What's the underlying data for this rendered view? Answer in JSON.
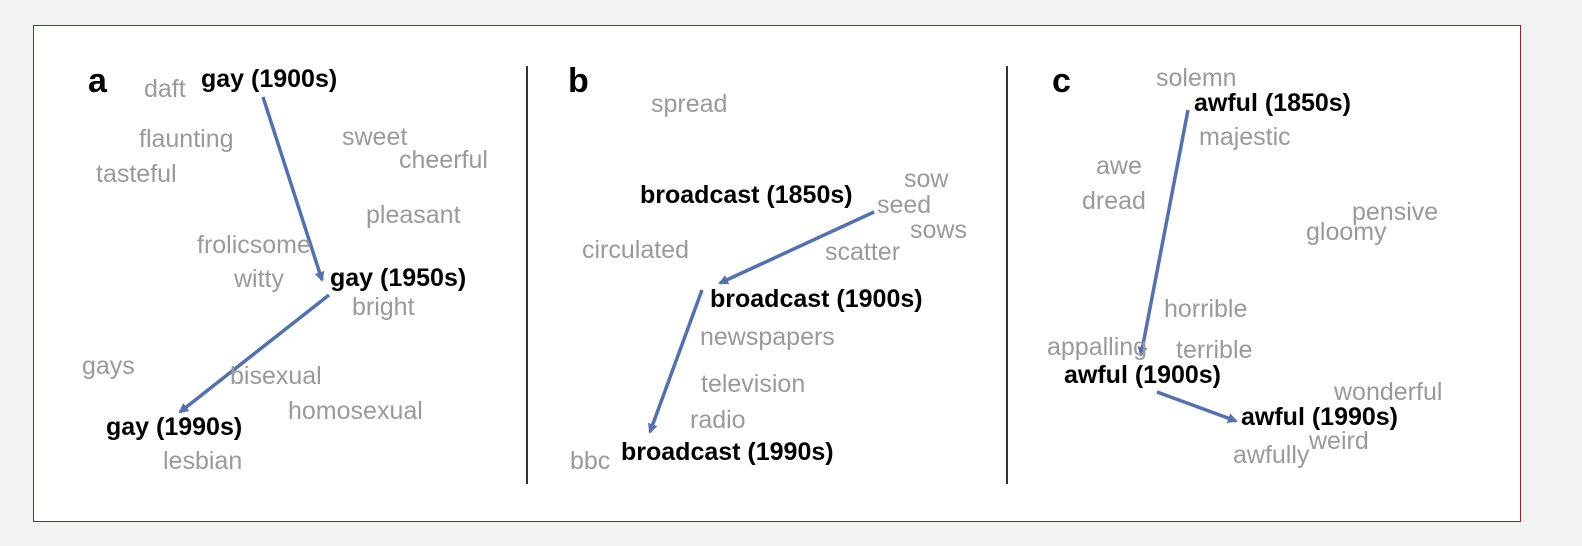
{
  "panels": [
    {
      "label": "a",
      "focus_words": [
        "gay (1900s)",
        "gay (1950s)",
        "gay (1990s)"
      ],
      "context_words": [
        "daft",
        "flaunting",
        "tasteful",
        "sweet",
        "cheerful",
        "pleasant",
        "frolicsome",
        "witty",
        "bright",
        "gays",
        "bisexual",
        "homosexual",
        "lesbian"
      ]
    },
    {
      "label": "b",
      "focus_words": [
        "broadcast (1850s)",
        "broadcast (1900s)",
        "broadcast (1990s)"
      ],
      "context_words": [
        "spread",
        "sow",
        "seed",
        "sows",
        "circulated",
        "scatter",
        "newspapers",
        "television",
        "radio",
        "bbc"
      ]
    },
    {
      "label": "c",
      "focus_words": [
        "awful (1850s)",
        "awful (1900s)",
        "awful (1990s)"
      ],
      "context_words": [
        "solemn",
        "majestic",
        "awe",
        "dread",
        "pensive",
        "gloomy",
        "horrible",
        "appalling",
        "terrible",
        "wonderful",
        "weird",
        "awfully"
      ]
    }
  ],
  "colors": {
    "arrow": "#5471ab",
    "context_text": "#9a9a9a",
    "focus_text": "#000000",
    "frame_border": "#8b2a2a"
  }
}
